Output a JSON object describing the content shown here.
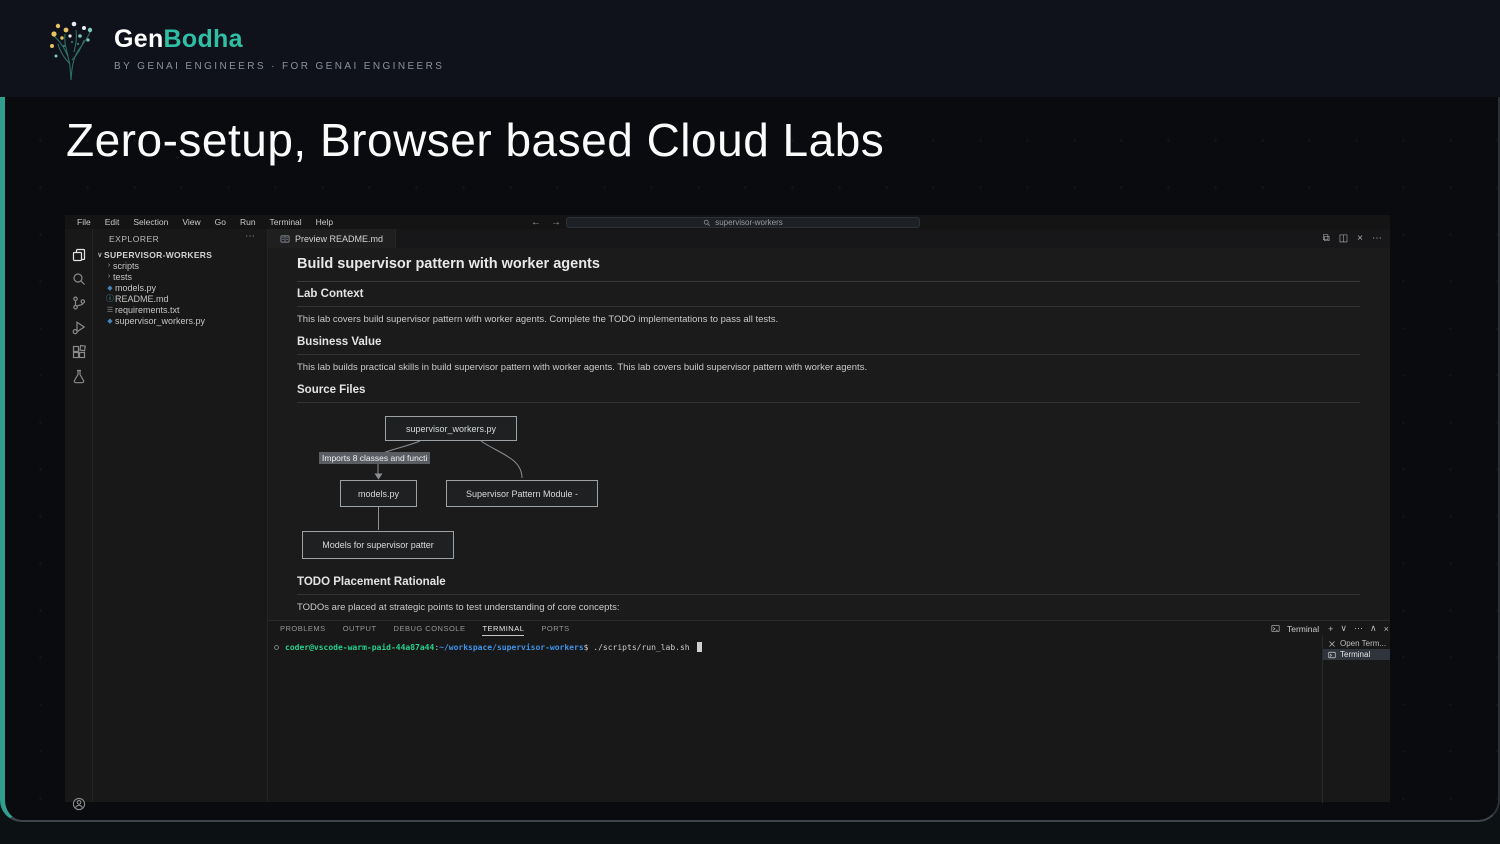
{
  "brand": {
    "name_primary": "Gen",
    "name_secondary": "Bodha",
    "tagline": "BY GENAI ENGINEERS · FOR GENAI ENGINEERS"
  },
  "slide": {
    "title": "Zero-setup, Browser based Cloud Labs"
  },
  "icons": {
    "back": "←",
    "forward": "→",
    "more": "⋯",
    "close": "×",
    "open_changes": "⧉",
    "split_editor": "◫",
    "plus": "+",
    "chevron_down": "∨",
    "chevron_up": "∧",
    "tree_collapse": "∨",
    "tree_expand": "›",
    "python": "◆",
    "markdown_info": "ⓘ",
    "text_file": "☰"
  },
  "vscode": {
    "menu": [
      "File",
      "Edit",
      "Selection",
      "View",
      "Go",
      "Run",
      "Terminal",
      "Help"
    ],
    "search_value": "supervisor-workers",
    "explorer": {
      "header": "EXPLORER",
      "root": "SUPERVISOR-WORKERS",
      "items": [
        {
          "label": "scripts",
          "type": "folder"
        },
        {
          "label": "tests",
          "type": "folder"
        },
        {
          "label": "models.py",
          "type": "python"
        },
        {
          "label": "README.md",
          "type": "markdown"
        },
        {
          "label": "requirements.txt",
          "type": "text"
        },
        {
          "label": "supervisor_workers.py",
          "type": "python"
        }
      ]
    },
    "editor": {
      "tab_label": "Preview README.md",
      "preview": {
        "title": "Build supervisor pattern with worker agents",
        "lab_context_heading": "Lab Context",
        "lab_context_body": "This lab covers build supervisor pattern with worker agents. Complete the TODO implementations to pass all tests.",
        "business_value_heading": "Business Value",
        "business_value_body": "This lab builds practical skills in build supervisor pattern with worker agents. This lab covers build supervisor pattern with worker agents.",
        "source_files_heading": "Source Files",
        "todo_heading": "TODO Placement Rationale",
        "todo_body": "TODOs are placed at strategic points to test understanding of core concepts:",
        "diagram": {
          "root": "supervisor_workers.py",
          "edge_label": "Imports 8 classes and functi",
          "models": "models.py",
          "supervisor_module": "Supervisor Pattern Module -",
          "models_desc": "Models for supervisor patter"
        }
      }
    },
    "panel": {
      "tabs": [
        "PROBLEMS",
        "OUTPUT",
        "DEBUG CONSOLE",
        "TERMINAL",
        "PORTS"
      ],
      "active_tab": "TERMINAL",
      "header_terminal_label": "Terminal",
      "terminal": {
        "user_host": "coder@vscode-warm-paid-44a87a44",
        "colon": ":",
        "path": "~/workspace/supervisor-workers",
        "dollar": "$",
        "command": " ./scripts/run_lab.sh "
      },
      "terminal_list": [
        {
          "label": "Open Term..."
        },
        {
          "label": "Terminal"
        }
      ]
    }
  },
  "colors": {
    "accent_teal": "#2fbfa4",
    "slide_border_teal": "#2f9e8e",
    "terminal_green": "#23d18b",
    "terminal_blue": "#3f94e8"
  }
}
